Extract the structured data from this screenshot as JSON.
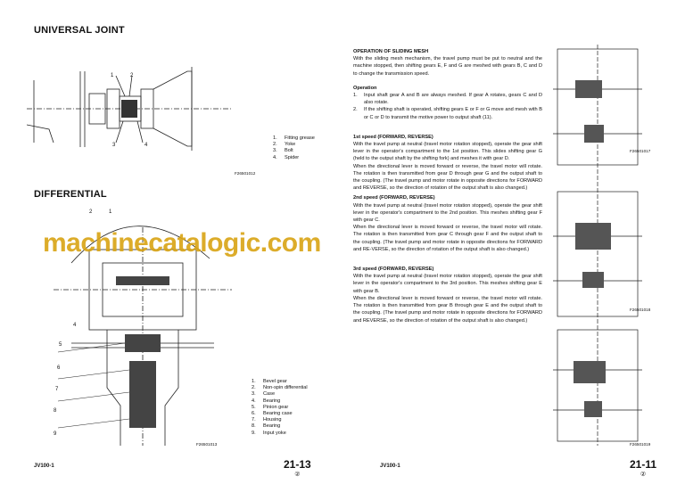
{
  "left": {
    "title_uj": "UNIVERSAL JOINT",
    "uj_legend": [
      "Fitting grease",
      "Yoke",
      "Bolt",
      "Spider"
    ],
    "uj_fig": "F26501012",
    "uj_callouts": [
      "1",
      "2",
      "3",
      "4"
    ],
    "title_diff": "DIFFERENTIAL",
    "diff_legend": [
      "Bevel gear",
      "Non-spin differential",
      "Case",
      "Bearing",
      "Pinion gear",
      "Bearing case",
      "Housing",
      "Bearing",
      "Input yoke"
    ],
    "diff_fig": "F26501013",
    "diff_callouts": [
      "2",
      "1",
      "4",
      "5",
      "6",
      "7",
      "8",
      "9"
    ],
    "footer_model": "JV100-1",
    "page": "21-13",
    "page_rev": "②"
  },
  "right": {
    "sliding_title": "OPERATION OF SLIDING MESH",
    "sliding_text": "With the sliding mesh mechanism, the travel pump must be put to neutral and the machine stopped, then shifting gears E, F and G are meshed with gears B, C and D to change the transmission speed.",
    "operation_title": "Operation",
    "operation_items": [
      "Input shaft gear A and B are always meshed. If gear A rotates, gears C and D also rotate.",
      "If the shifting shaft is operated, shifting gears E or F or G move and mesh with B or C or D to transmit the motive power to output shaft (11)."
    ],
    "speed1_title": "1st speed (FORWARD, REVERSE)",
    "speed1_p1": "With the travel pump at neutral (travel motor rotation stopped), operate the gear shift lever in the operator's compartment to the 1st position. This slides shifting gear G (held to the output shaft by the shifting fork) and meshes it with gear D.",
    "speed1_p2": "When the directional lever is moved forward or reverse, the travel motor will rotate. The rotation is then transmitted from gear D through gear G and the output shaft to the coupling. (The travel pump and motor rotate in opposite directions for FORWARD and REVERSE, so the direction of rotation of the output shaft is also changed.)",
    "speed2_title": "2nd speed (FORWARD, REVERSE)",
    "speed2_p1": "With the travel pump at neutral (travel motor rotation stopped), operate the gear shift lever in the operator's compartment to the 2nd position. This meshes shifting gear F with gear C.",
    "speed2_p2": "When the directional lever is moved forward or reverse, the travel motor will rotate. The rotation is then transmitted from gear C through gear F and the output shaft to the coupling. (The travel pump and motor rotate in opposite directions for FORWARD and RE-VERSE, so the direction of rotation of the output shaft is also changed.)",
    "speed3_title": "3rd speed (FORWARD, REVERSE)",
    "speed3_p1": "With the travel pump at neutral (travel motor rotation stopped), operate the gear shift lever in the operator's compartment to the 3rd position. This meshes shifting gear E with gear B.",
    "speed3_p2": "When the directional lever is moved forward or reverse, the travel motor will rotate. The rotation is then transmitted from gear B through gear E and the output shaft to the coupling. (The travel pump and motor rotate in opposite directions for FORWARD and REVERSE, so the direction of rotation of the output shaft is also changed.)",
    "figs": [
      "F26501017",
      "F26501018",
      "F26501019"
    ],
    "footer_model": "JV100-1",
    "page": "21-11",
    "page_rev": "②"
  },
  "watermark": "machinecatalogic.com",
  "colors": {
    "watermark": "#d9a414"
  }
}
